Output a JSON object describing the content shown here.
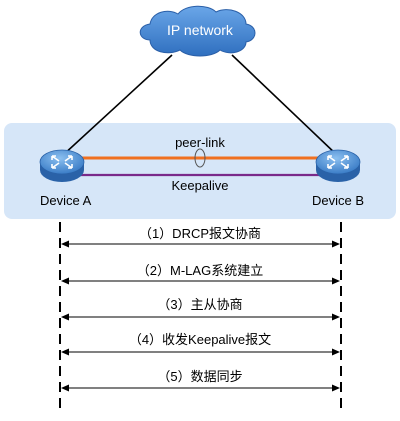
{
  "cloud": {
    "label": "IP network"
  },
  "links": {
    "peer_link": "peer-link",
    "keepalive": "Keepalive"
  },
  "devices": {
    "a": "Device A",
    "b": "Device B"
  },
  "steps": [
    {
      "label": "（1）DRCP报文协商"
    },
    {
      "label": "（2）M-LAG系统建立"
    },
    {
      "label": "（3）主从协商"
    },
    {
      "label": "（4）收发Keepalive报文"
    },
    {
      "label": "（5）数据同步"
    }
  ],
  "colors": {
    "panel": "#d6e6f8",
    "cloud": "#3a7bc8",
    "router": "#4a8fd6",
    "peer_link": "#f07020",
    "keepalive": "#7a2a8a"
  },
  "icons": {
    "cloud": "cloud-icon",
    "router": "router-icon"
  }
}
